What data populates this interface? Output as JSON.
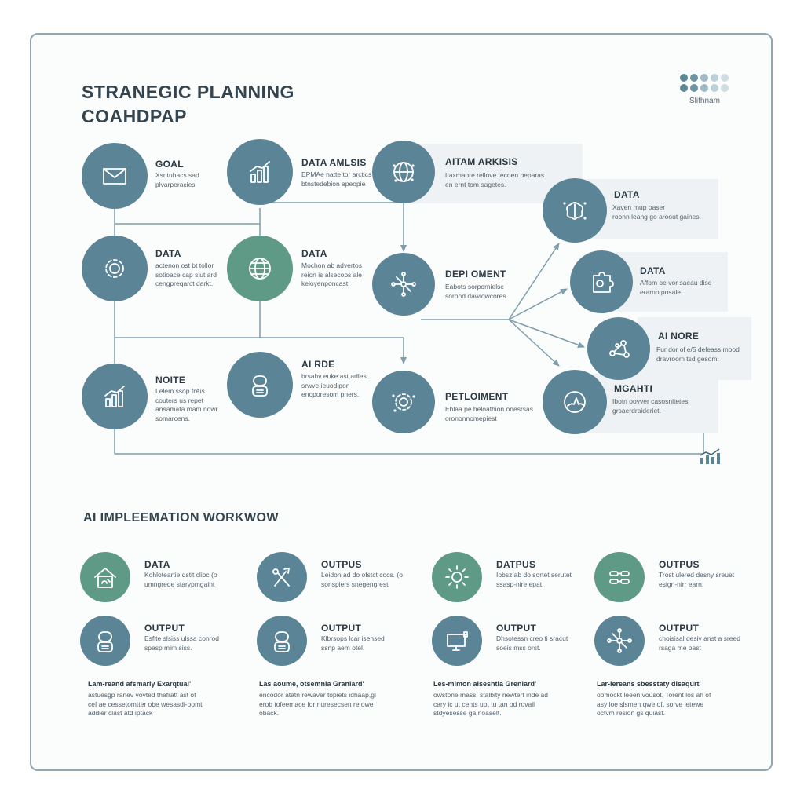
{
  "header": {
    "title_line1": "STRANEGIC PLANNING",
    "title_line2": "COAHDPAP",
    "logo_text": "Slithnam"
  },
  "colors": {
    "teal": "#5b8597",
    "green": "#5f9a87",
    "line": "#7f9dab",
    "shade": "#eef2f4"
  },
  "roadmap": {
    "nodes": [
      {
        "id": "goal",
        "label": "GOAL",
        "desc": "Xsntuhacs sad\nplvarperacies",
        "icon": "envelope-icon",
        "color": "teal"
      },
      {
        "id": "data-1",
        "label": "DATA",
        "desc": "actenon ost bt tollor\nsotioace cap slut ard\ncengpreqarct darkt.",
        "icon": "gear-icon",
        "color": "teal"
      },
      {
        "id": "noite",
        "label": "NOITE",
        "desc": "Lelem ssop frAis\ncouters us repet\nansamata mam nowr\nsomarcens.",
        "icon": "bar-chart-icon",
        "color": "teal"
      },
      {
        "id": "data-amlsis",
        "label": "DATA AMLSIS",
        "desc": "EPMAe natte tor arctics\nbtnstedebion apeopie",
        "icon": "bar-chart-icon",
        "color": "teal"
      },
      {
        "id": "data-2",
        "label": "DATA",
        "desc": "Mochon ab advertos\nreion is alsecops ale\nkeloyenponcast.",
        "icon": "globe-icon",
        "color": "green"
      },
      {
        "id": "ai-rde",
        "label": "AI RDE",
        "desc": "brsahv euke ast adles\nsrwve ieuodipon\nenoporesom pners.",
        "icon": "robot-icon",
        "color": "teal"
      },
      {
        "id": "aitam",
        "label": "AITAM ARKISIS",
        "desc": "Laxmaore rellove tecoen beparas\nen ernt tom sagetes.",
        "icon": "network-globe-icon",
        "color": "teal"
      },
      {
        "id": "deployment",
        "label": "DEPI OMENT",
        "desc": "Eabots sorpornielsc\nsorond dawiowcores",
        "icon": "network-icon",
        "color": "teal"
      },
      {
        "id": "petloiment",
        "label": "PETLOIMENT",
        "desc": "Ehlaa pe heloathion onesrsas\norononnomepiest",
        "icon": "gear-network-icon",
        "color": "teal"
      },
      {
        "id": "data-3",
        "label": "DATA",
        "desc": "Xaven rnup oaser\nroonn leang go aroout gaines.",
        "icon": "brain-icon",
        "color": "teal"
      },
      {
        "id": "data-4",
        "label": "DATA",
        "desc": "Affom oe vor saeau dise\nerarno posale.",
        "icon": "puzzle-icon",
        "color": "teal"
      },
      {
        "id": "ai-nore",
        "label": "AI NORE",
        "desc": "Fur dor ol e/5 deleass mood\ndravroom tsd gesom.",
        "icon": "molecule-icon",
        "color": "teal"
      },
      {
        "id": "mgahti",
        "label": "MGAHTI",
        "desc": "Ibotn oovver casosnitetes\ngrsaerdraideriet.",
        "icon": "hand-circle-icon",
        "color": "teal"
      }
    ]
  },
  "workflow": {
    "title": "AI IMPLEEMATION WORKWOW",
    "items": [
      {
        "label": "DATA",
        "desc": "Kohloteartie dstit clioc (o\numngrede starypmgaint",
        "icon": "house-icon",
        "color": "green"
      },
      {
        "label": "OUTPUS",
        "desc": "Leidon ad do ofstct cocs. (o\nsonspiers snegengrest",
        "icon": "tools-icon",
        "color": "teal"
      },
      {
        "label": "DATPUS",
        "desc": "Iobsz ab do sortet serutet\nssasp-nire epat.",
        "icon": "sun-icon",
        "color": "green"
      },
      {
        "label": "OUTPUS",
        "desc": "Trost ulered desny sreuet\nesign-nirr earn.",
        "icon": "link-icon",
        "color": "green"
      },
      {
        "label": "OUTPUT",
        "desc": "Esfite slsiss ulssa conrod\nspasp mim siss.",
        "icon": "robot-icon",
        "color": "teal"
      },
      {
        "label": "OUTPUT",
        "desc": "Klbrsops lcar isensed\nssnp aem otel.",
        "icon": "robot-icon",
        "color": "teal"
      },
      {
        "label": "OUTPUT",
        "desc": "Dhsotessn creo ti sracut\nsoeis mss orst.",
        "icon": "monitor-icon",
        "color": "teal"
      },
      {
        "label": "OUTPUT",
        "desc": "choisisal desiv anst a sreed\nrsaga me oast",
        "icon": "network-icon",
        "color": "teal"
      }
    ],
    "paragraphs": [
      {
        "title": "Lam-reand afsmarly Exarqtual'",
        "text": "astuesgp ranev vovted thefratt ast of\ncef ae cessetomtter obe wesasdi-oomt\naddier clast atd iptack"
      },
      {
        "title": "Las aoume, otsemnia Granlard'",
        "text": "encodor atatn rewaver topiets idhaap,gl\nerob tofeemace for nuresecsen re owe\noback."
      },
      {
        "title": "Les-mimon alsesntla Grenlard'",
        "text": "owstone mass, stalbity newtert inde ad\ncary ic ut cents upt tu tan od rovail\nstdyesesse ga noaselt."
      },
      {
        "title": "Lar-lereans sbesstaty disaqurt'",
        "text": "oomockt leeen vousot. Torent los ah of\nasy loe slsmen qwe oft sorve letewe\noctvm resion gs quiast."
      }
    ]
  }
}
